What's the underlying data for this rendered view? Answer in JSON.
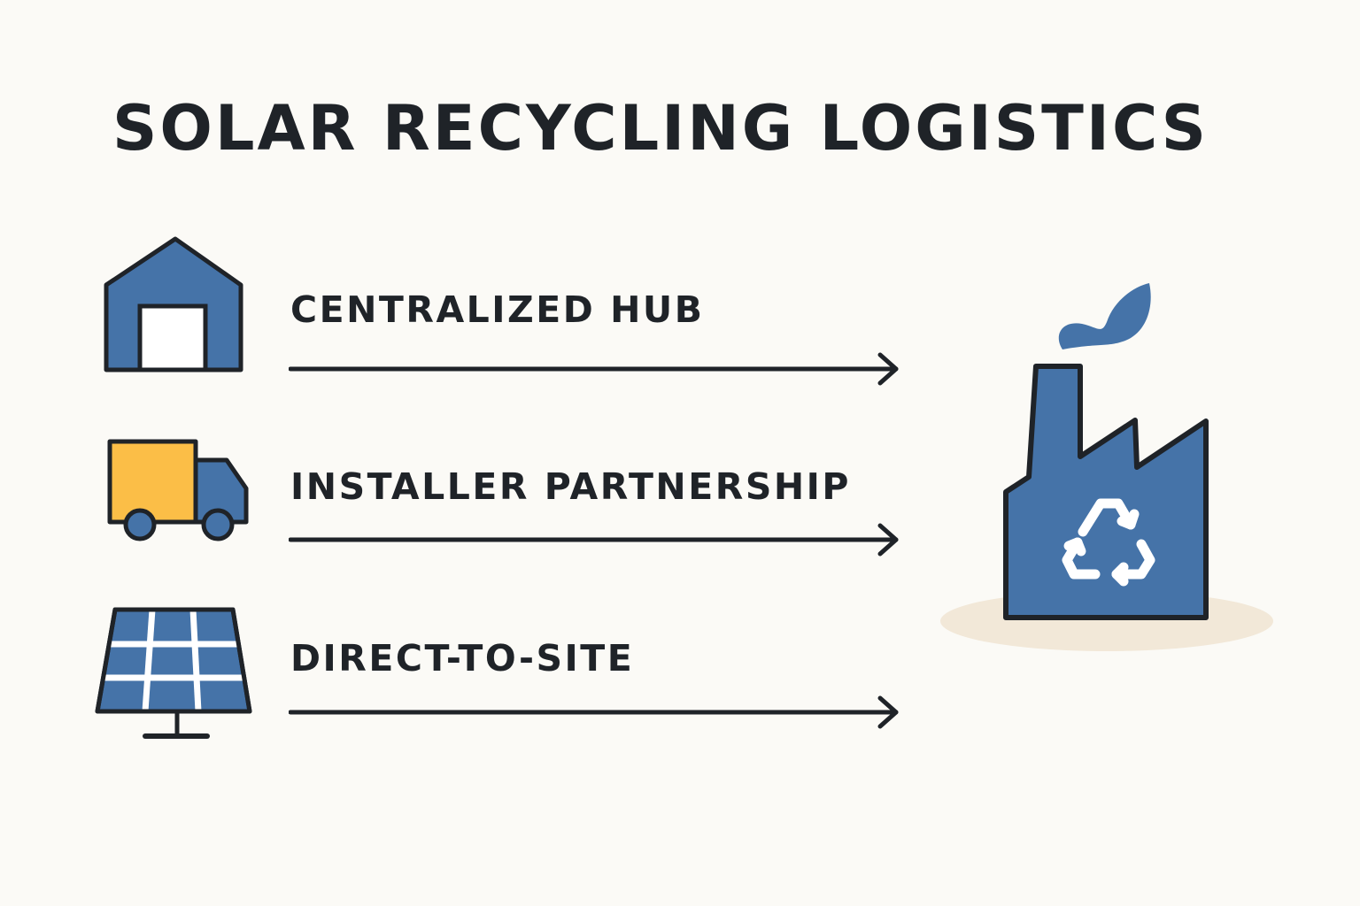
{
  "title": "SOLAR RECYCLING LOGISTICS",
  "routes": [
    {
      "label": "CENTRALIZED HUB",
      "icon": "warehouse-icon"
    },
    {
      "label": "INSTALLER PARTNERSHIP",
      "icon": "truck-icon"
    },
    {
      "label": "DIRECT-TO-SITE",
      "icon": "solar-panel-icon"
    }
  ],
  "destination": {
    "icon": "recycling-factory-icon"
  },
  "colors": {
    "background": "#fbfaf6",
    "outline": "#1f2328",
    "blue": "#4573a8",
    "yellow": "#fbbe47",
    "ground": "#f2e8d8",
    "white": "#ffffff"
  }
}
